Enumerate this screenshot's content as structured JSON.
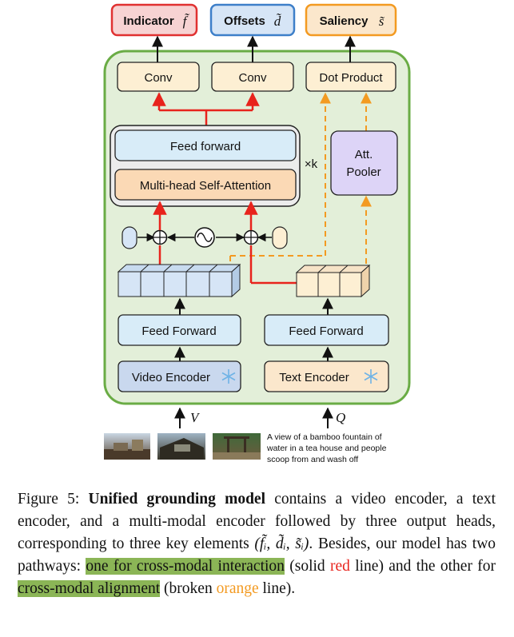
{
  "heads": {
    "indicator": "Indicator",
    "indicator_sym": "f̃",
    "offsets": "Offsets",
    "offsets_sym": "d̃",
    "saliency": "Saliency",
    "saliency_sym": "s̃"
  },
  "blocks": {
    "conv1": "Conv",
    "conv2": "Conv",
    "dot_product": "Dot Product",
    "feed_forward_small": "Feed forward",
    "mhsa": "Multi-head Self-Attention",
    "repeat": "×k",
    "pooler_line1": "Att.",
    "pooler_line2": "Pooler",
    "ff_video": "Feed Forward",
    "ff_text": "Feed Forward",
    "video_encoder": "Video Encoder",
    "text_encoder": "Text Encoder",
    "freeze_icon": "snowflake-icon"
  },
  "inputs": {
    "v": "V",
    "q": "Q",
    "query_line1": "A view of a bamboo fountain of",
    "query_line2": "water in a tea house and people",
    "query_line3": "scoop from and wash off"
  },
  "colors": {
    "panel_fill": "#e3efd9",
    "panel_border": "#6aac45",
    "red_path": "#e8231c",
    "orange_path": "#f39a21",
    "head_indicator_border": "#e03131",
    "head_offsets_border": "#3d7fc9",
    "head_saliency_border": "#f39a21"
  },
  "caption": {
    "fig": "Figure 5:",
    "title": "Unified grounding model",
    "t1": " contains a video encoder, a text encoder, and a multi-modal encoder followed by three output heads, corresponding to three key elements ",
    "math": "(f̃ᵢ, d̃ᵢ, s̃ᵢ)",
    "t2": ". Besides, our model has two pathways: ",
    "hl1": "one for cross-modal interaction",
    "t3": " (solid ",
    "red_word": "red",
    "t4": " line) and the other for ",
    "hl2": "cross-modal alignment",
    "t5": " (broken ",
    "orange_word": "orange",
    "t6": " line)."
  }
}
